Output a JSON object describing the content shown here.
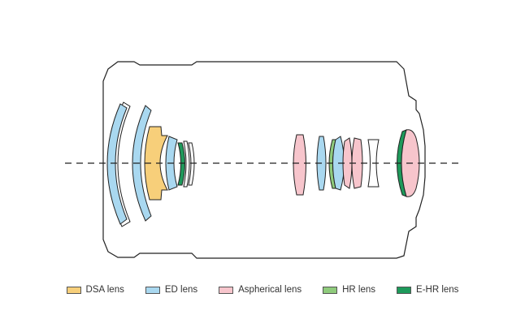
{
  "colors": {
    "outline": "#222222",
    "dsa": "#F7CF7A",
    "ed": "#A9D8F0",
    "aspherical": "#F7C5CC",
    "hr": "#8FCB7C",
    "ehr": "#1E9A5B"
  },
  "legend": [
    {
      "key": "dsa",
      "label": "DSA lens"
    },
    {
      "key": "ed",
      "label": "ED lens"
    },
    {
      "key": "aspherical",
      "label": "Aspherical lens"
    },
    {
      "key": "hr",
      "label": "HR lens"
    },
    {
      "key": "ehr",
      "label": "E-HR lens"
    }
  ]
}
